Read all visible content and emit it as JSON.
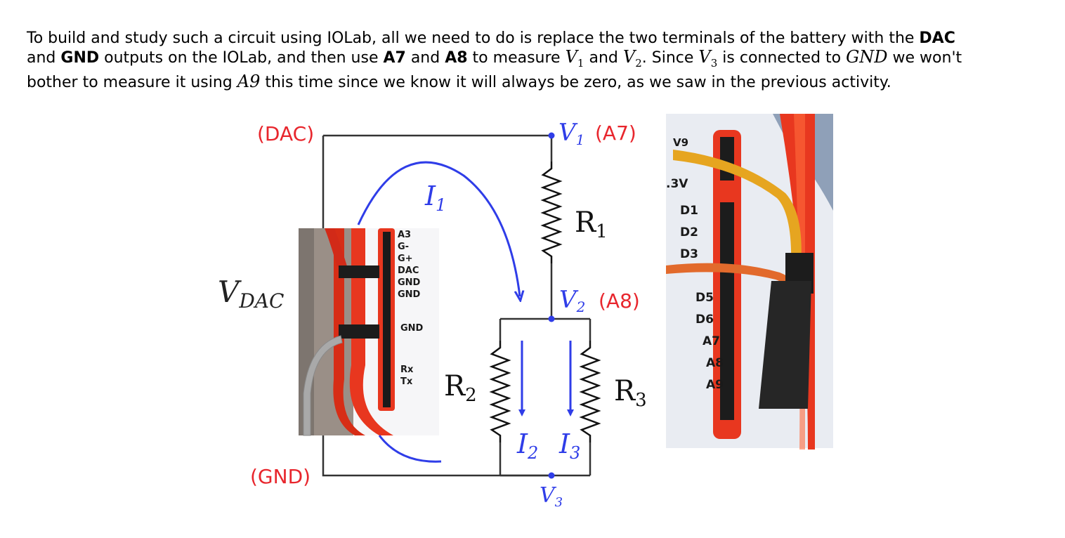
{
  "paragraph": {
    "l1_a": "To build and study such a circuit using IOLab, all we need to do is replace the two terminals of the battery with the ",
    "l1_b": "DAC",
    "l2_a": "and ",
    "l2_b": "GND",
    "l2_c": " outputs on the IOLab, and then use ",
    "l2_d": "A7",
    "l2_e": " and ",
    "l2_f": "A8",
    "l2_g": " to measure ",
    "v1": "V",
    "v1_sub": "1",
    "l2_h": " and ",
    "v2": "V",
    "v2_sub": "2",
    "l2_i": ". Since ",
    "v3": "V",
    "v3_sub": "3",
    "l2_j": " is connected to ",
    "gnd_math": "GND",
    "l2_k": " we won't",
    "l3_a": "bother to measure it using ",
    "a9_math": "A9",
    "l3_b": " this time since we know it will always be zero, as we saw in the previous activity."
  },
  "circuit": {
    "dac_label": "(DAC)",
    "gnd_label": "(GND)",
    "a7_label": "(A7)",
    "a8_label": "(A8)",
    "v1_label": "V",
    "v1_sub": "1",
    "v2_label": "V",
    "v2_sub": "2",
    "v3_label": "V",
    "v3_sub": "3",
    "vdac_label": "V",
    "vdac_sub": "DAC",
    "i1_label": "I",
    "i1_sub": "1",
    "i2_label": "I",
    "i2_sub": "2",
    "i3_label": "I",
    "i3_sub": "3",
    "r1_label": "R",
    "r1_sub": "1",
    "r2_label": "R",
    "r2_sub": "2",
    "r3_label": "R",
    "r3_sub": "3"
  },
  "photo_left_pins": [
    "A3",
    "G-",
    "G+",
    "DAC",
    "GND",
    "GND",
    "GND",
    "Rx",
    "Tx"
  ],
  "photo_right_pins": {
    "top_partial": "V9",
    "v33": ".3V",
    "d1": "D1",
    "d2": "D2",
    "d3": "D3",
    "d5": "D5",
    "d6": "D6",
    "a7": "A7",
    "a8": "A8",
    "a9": "A9"
  },
  "colors": {
    "red_label": "#e8262d",
    "blue": "#2f3de8",
    "board_red": "#e8371f",
    "wire_yellow": "#e6a520",
    "wire_orange": "#e26a2c",
    "wire_gray": "#a9a9a9"
  }
}
